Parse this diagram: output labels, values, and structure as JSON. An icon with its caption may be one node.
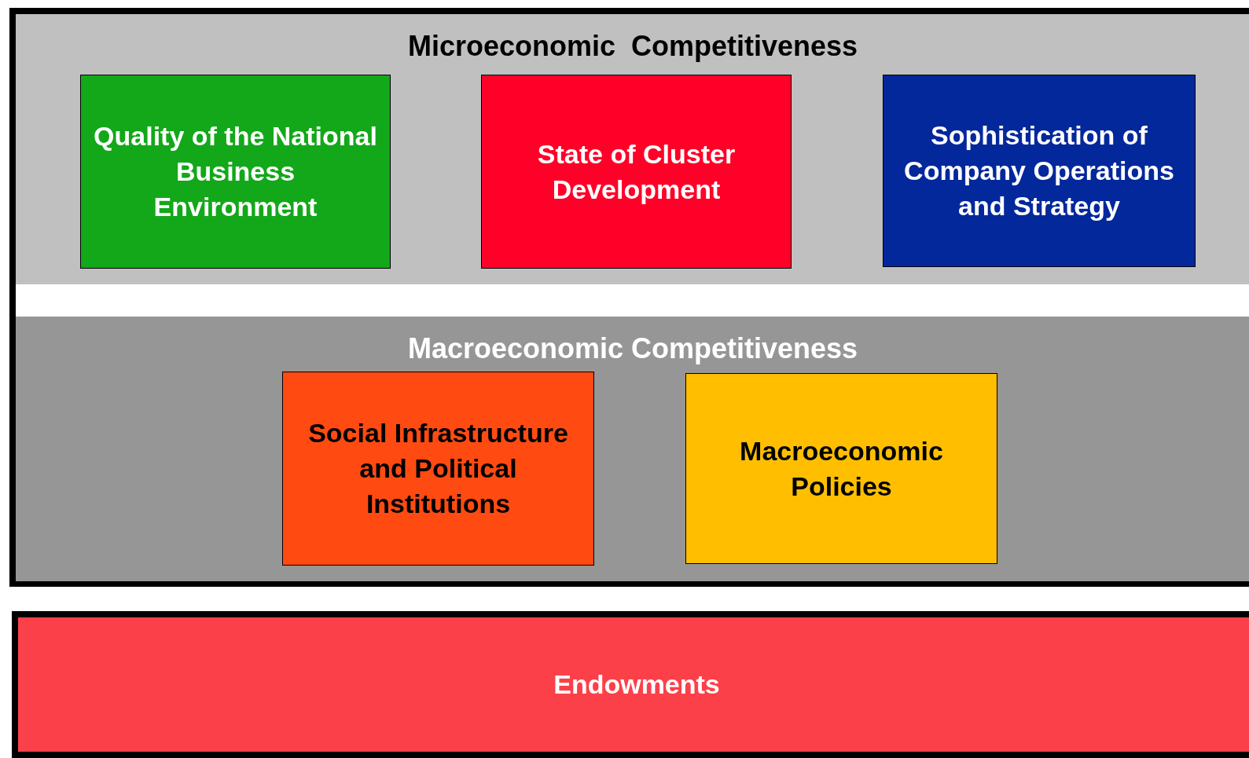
{
  "diagram": {
    "nodes": [
      {
        "text": [
          "Microeconomic  Competitiveness"
        ]
      },
      {
        "text": [
          "Quality of the National Business Environment"
        ],
        "in": 0
      },
      {
        "text": [
          "State of Cluster Development"
        ],
        "in": 0
      },
      {
        "text": [
          "Sophistication of Company Operations and Strategy"
        ],
        "in": 0
      },
      {
        "text": [
          "Macroeconomic Competitiveness"
        ]
      },
      {
        "text": [
          "Social Infrastructure and Political Institutions"
        ],
        "in": 4
      },
      {
        "text": [
          "Macroeconomic Policies"
        ],
        "in": 4
      },
      {
        "text": [
          "Endowments"
        ]
      }
    ]
  }
}
